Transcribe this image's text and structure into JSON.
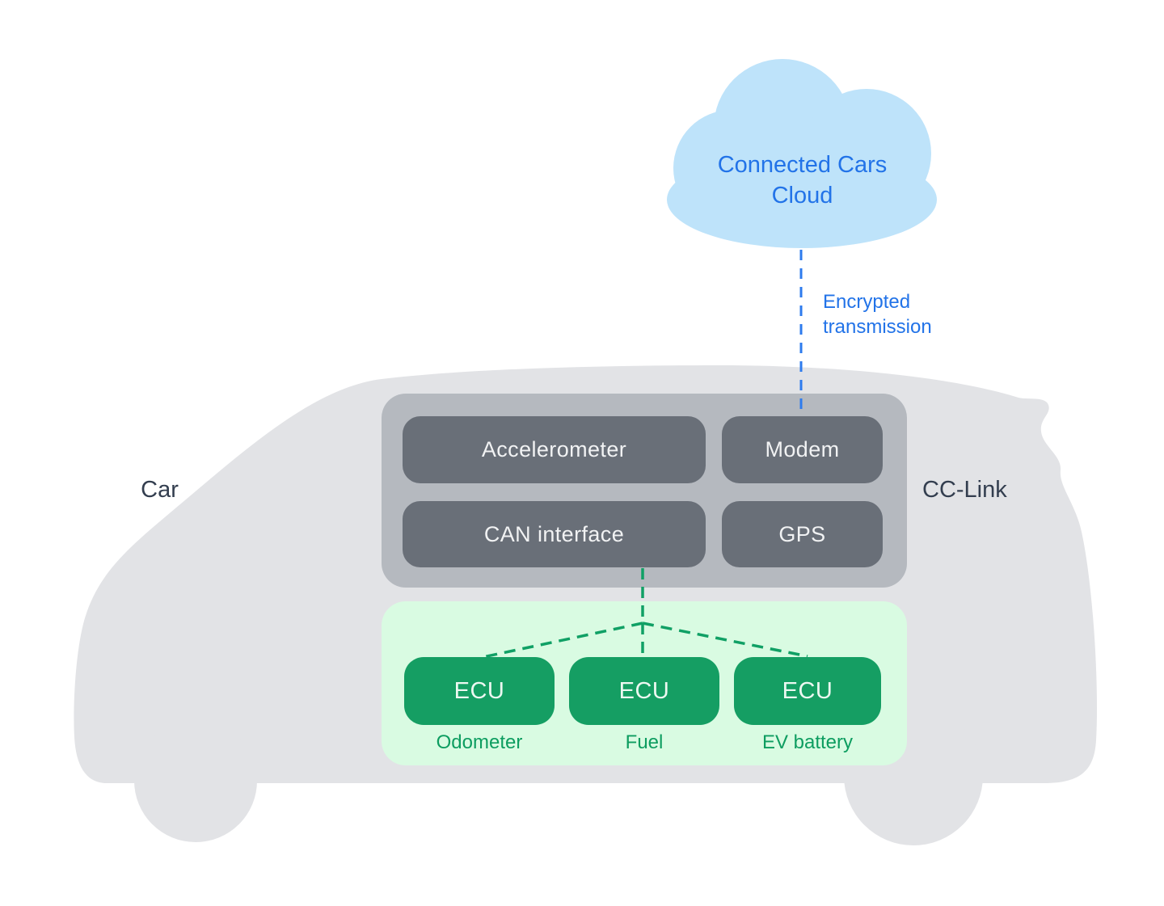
{
  "cloud": {
    "line1": "Connected Cars",
    "line2": "Cloud"
  },
  "transmission_label": {
    "line1": "Encrypted",
    "line2": "transmission"
  },
  "car": {
    "label": "Car"
  },
  "cclink": {
    "label": "CC-Link",
    "components": [
      {
        "label": "Accelerometer"
      },
      {
        "label": "Modem"
      },
      {
        "label": "CAN interface"
      },
      {
        "label": "GPS"
      }
    ]
  },
  "ecu_panel": {
    "ecus": [
      {
        "label": "ECU",
        "caption": "Odometer"
      },
      {
        "label": "ECU",
        "caption": "Fuel"
      },
      {
        "label": "ECU",
        "caption": "EV battery"
      }
    ]
  },
  "colors": {
    "cloud_fill": "#BEE3FA",
    "blue_text": "#2273E8",
    "blue_dash": "#2E7BEE",
    "car_body": "#E2E3E6",
    "cclink_panel_fill": "#B5B9BF",
    "component_fill": "#696F78",
    "component_text": "#F1F2F3",
    "dark_label_text": "#333E4F",
    "ecu_panel_fill": "#D9FBE2",
    "ecu_fill": "#159E63",
    "green_text": "#0D9D60",
    "green_dash": "#10A065"
  }
}
